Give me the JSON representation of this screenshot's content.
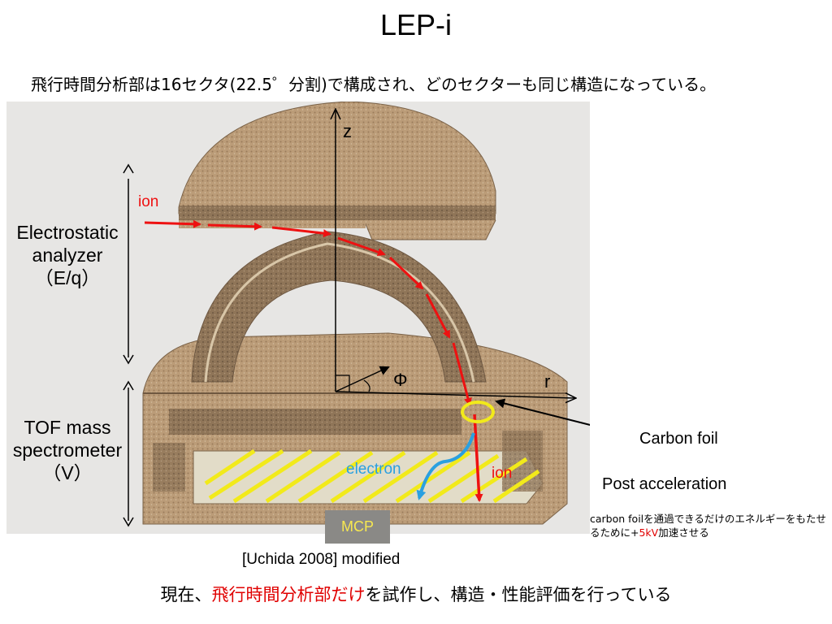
{
  "title": "LEP-i",
  "subtitle": "飛行時間分析部は16セクタ(22.5゜分割)で構成され、どのセクターも同じ構造になっている。",
  "diagram": {
    "axis_z": "z",
    "axis_r": "r",
    "axis_phi": "Φ",
    "ion_in": "ion",
    "ion_down": "ion",
    "electron": "electron",
    "mcp": "MCP",
    "esa_label": [
      "Electrostatic",
      "analyzer",
      "（E/q）"
    ],
    "tof_label": [
      "TOF mass",
      "spectrometer",
      "（V）"
    ]
  },
  "annotations": {
    "carbon_foil": "Carbon foil",
    "post_acceleration": "Post acceleration",
    "note_pre": "carbon foilを通過できるだけのエネルギーをもたせるために+",
    "note_red": "5kV",
    "note_post": "加速させる"
  },
  "citation": "[Uchida  2008] modified",
  "bottom": {
    "pre": "現在、",
    "red": "飛行時間分析部だけ",
    "post": "を試作し、構造・性能評価を行っている"
  },
  "colors": {
    "ion_arrow": "#ee1111",
    "electron_arrow": "#2aa0e0",
    "hatch": "#f2ea1a",
    "tan": "#b89a76",
    "accent_red": "#e00000"
  }
}
